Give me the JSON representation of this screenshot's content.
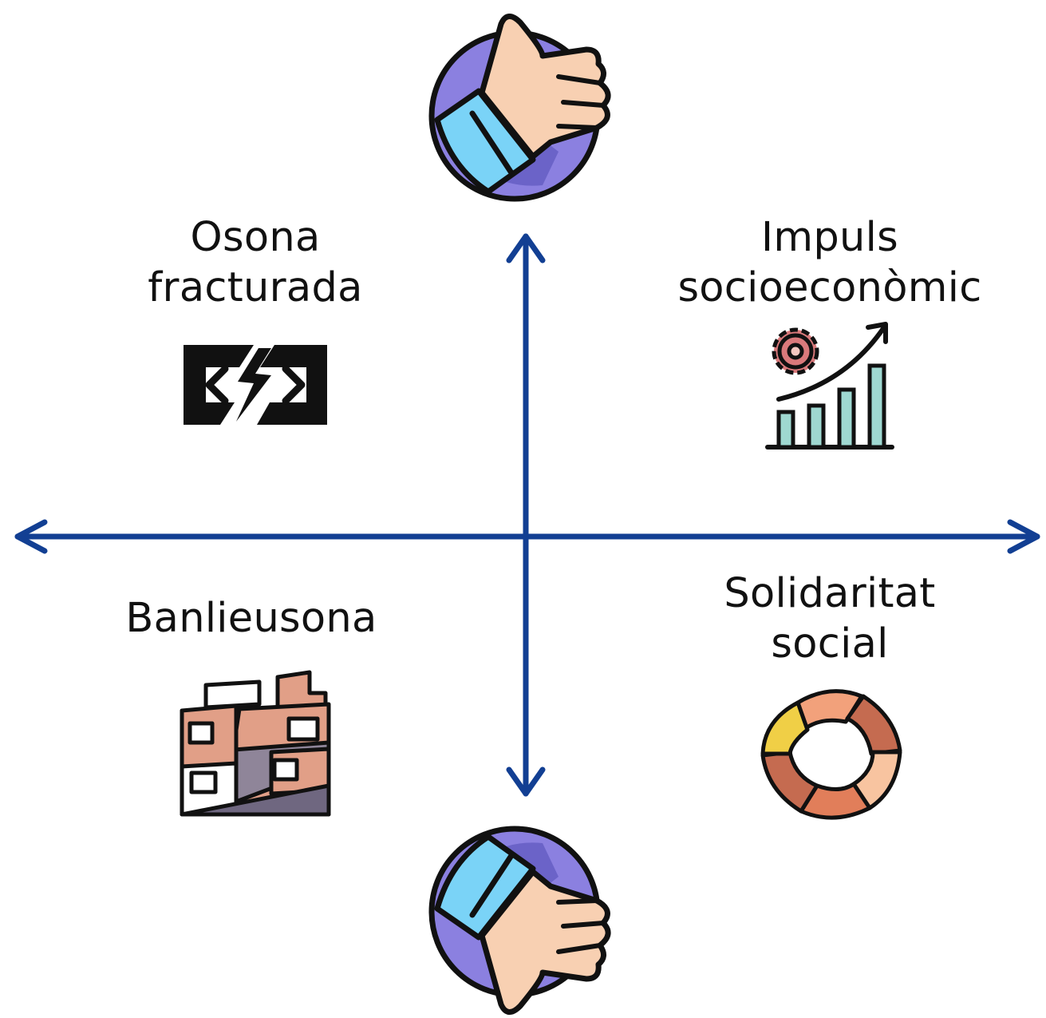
{
  "quadrants": {
    "top_left": {
      "lines": [
        "Osona",
        "fracturada"
      ],
      "icon": "broken-link-icon"
    },
    "top_right": {
      "lines": [
        "Impuls",
        "socioeconòmic"
      ],
      "icon": "growth-chart-icon"
    },
    "bottom_left": {
      "lines": [
        "Banlieusona"
      ],
      "icon": "slum-buildings-icon"
    },
    "bottom_right": {
      "lines": [
        "Solidaritat",
        "social"
      ],
      "icon": "joined-hands-icon"
    }
  },
  "axis_ends": {
    "top": "thumbs-up-icon",
    "bottom": "thumbs-down-icon"
  },
  "colors": {
    "axis": "#123f93",
    "badge": "#8b80e0",
    "badge_dark": "#6b63c8",
    "cuff": "#7ad3f7",
    "skin": "#f8d0b2"
  }
}
